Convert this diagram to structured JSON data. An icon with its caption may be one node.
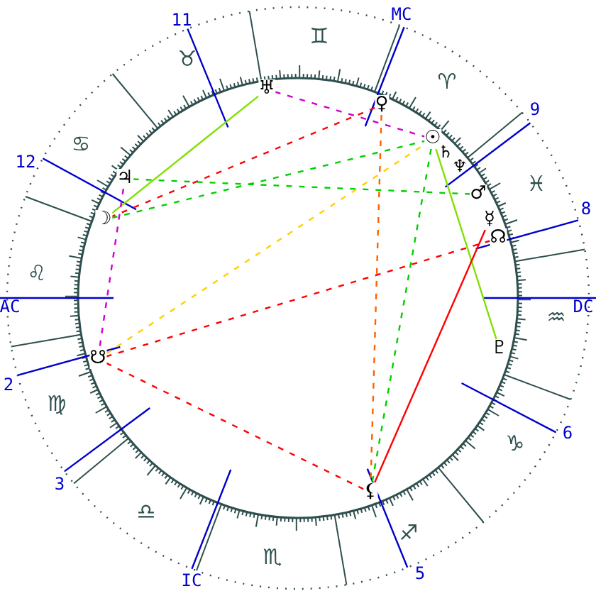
{
  "diagram": {
    "nodes": [
      {
        "text": [
          "♅"
        ]
      },
      {
        "text": [
          "♀"
        ]
      },
      {
        "text": [
          "☉"
        ]
      },
      {
        "text": [
          "♃"
        ]
      },
      {
        "text": [
          "♂"
        ]
      },
      {
        "text": [
          "☽"
        ]
      },
      {
        "text": [
          "☿"
        ]
      },
      {
        "text": [
          "☊"
        ]
      },
      {
        "text": [
          "♇"
        ]
      },
      {
        "text": [
          "☋"
        ]
      },
      {
        "text": [
          "⚸"
        ]
      }
    ],
    "edges": [
      {
        "from": 0,
        "to": 5,
        "arrow": "none",
        "color": "#80e000"
      },
      {
        "from": 0,
        "to": 2,
        "arrow": "none",
        "style": "dashed",
        "color": "#d000d0"
      },
      {
        "from": 3,
        "to": 9,
        "arrow": "none",
        "style": "dashed",
        "color": "#d000d0"
      },
      {
        "from": 1,
        "to": 5,
        "arrow": "none",
        "style": "dashed",
        "color": "#ff0000"
      },
      {
        "from": 3,
        "to": 4,
        "arrow": "none",
        "style": "dashed",
        "color": "#00d000"
      },
      {
        "from": 5,
        "to": 2,
        "arrow": "none",
        "style": "dashed",
        "color": "#00d000"
      },
      {
        "from": 9,
        "to": 2,
        "arrow": "none",
        "style": "dashed",
        "color": "#ffd000"
      },
      {
        "from": 1,
        "to": 10,
        "arrow": "none",
        "style": "dashed",
        "color": "#ff6000"
      },
      {
        "from": 2,
        "to": 10,
        "arrow": "none",
        "style": "dashed",
        "color": "#00d000"
      },
      {
        "from": 2,
        "to": 8,
        "arrow": "none",
        "color": "#80e000"
      },
      {
        "from": 6,
        "to": 10,
        "arrow": "none",
        "color": "#ff0000"
      },
      {
        "from": 9,
        "to": 7,
        "arrow": "none",
        "style": "dashed",
        "color": "#ff0000"
      },
      {
        "from": 9,
        "to": 10,
        "arrow": "none",
        "style": "dashed",
        "color": "#ff0000"
      }
    ],
    "labels": [
      "11",
      "MC",
      "♊",
      "♉",
      "♈",
      "9",
      "12",
      "♋",
      "♄",
      "♆",
      "♓",
      "8",
      "♌",
      "AC",
      "DC",
      "♒",
      "2",
      "♍",
      "6",
      "♑",
      "3",
      "♎",
      "♐",
      "5",
      "♏",
      "IC"
    ]
  }
}
